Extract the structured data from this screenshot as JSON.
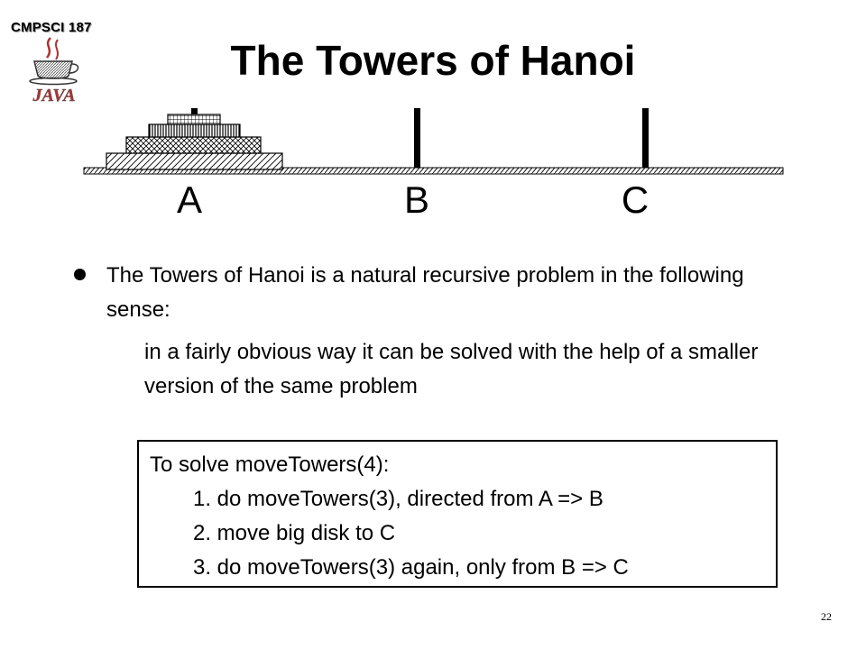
{
  "header": {
    "course": "CMPSCI 187",
    "logo_text": "JAVA"
  },
  "title": "The Towers of Hanoi",
  "pegs": [
    "A",
    "B",
    "C"
  ],
  "bullet_text": "The Towers of Hanoi is a natural recursive problem in the following sense:",
  "sub_text": "in a fairly obvious way it can be solved with the help of a smaller version of the same problem",
  "box": {
    "heading": "To solve moveTowers(4):",
    "steps": [
      "1. do moveTowers(3), directed from A => B",
      "2. move big disk to C",
      "3. do moveTowers(3) again, only from B => C"
    ]
  },
  "page_number": "22"
}
